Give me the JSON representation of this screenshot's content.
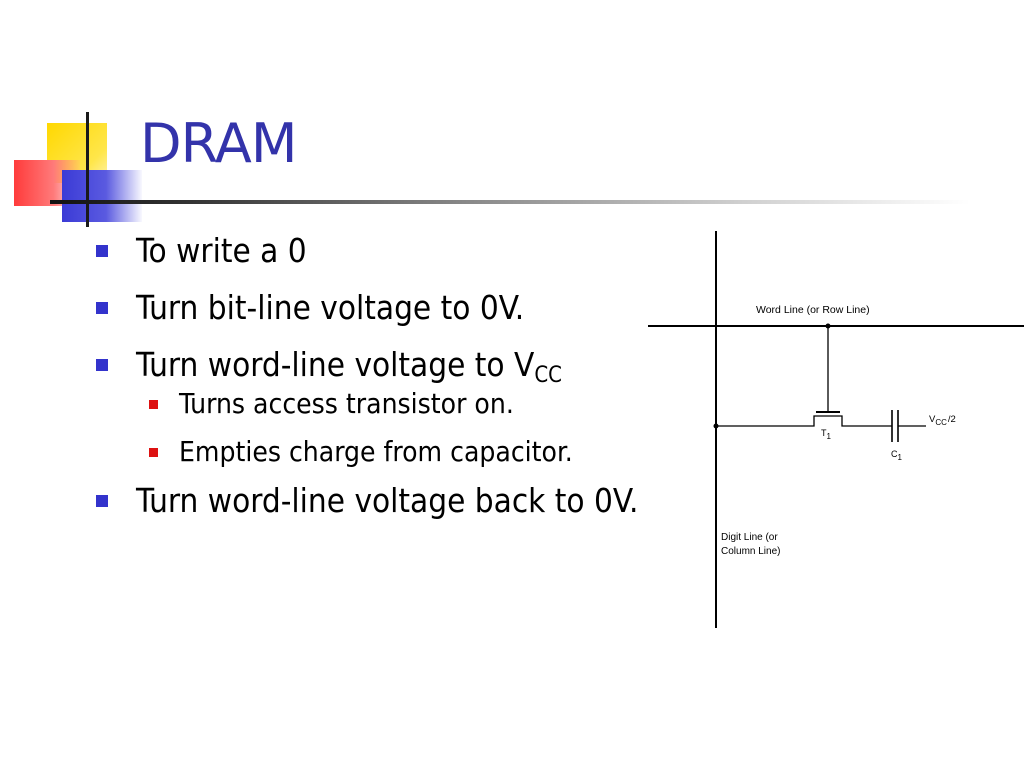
{
  "slide": {
    "title": "DRAM",
    "bullets": [
      {
        "text": "To write a 0"
      },
      {
        "text": "Turn bit-line voltage to 0V."
      },
      {
        "text": "Turn word-line voltage to V",
        "subscript": "CC",
        "sub_bullets": [
          "Turns access transistor on.",
          "Empties charge from capacitor."
        ]
      },
      {
        "text": "Turn word-line voltage back to 0V."
      }
    ]
  },
  "diagram": {
    "word_line_label": "Word Line (or Row Line)",
    "digit_line_label_1": "Digit Line (or",
    "digit_line_label_2": "Column Line)",
    "transistor_label": "T",
    "transistor_sub": "1",
    "capacitor_label": "C",
    "capacitor_sub": "1",
    "vcc_label": "V",
    "vcc_sub": "CC",
    "vcc_suffix": "/2"
  },
  "colors": {
    "title": "#3333aa",
    "bullet_level1": "#3333cc",
    "bullet_level2": "#dd1111",
    "deco_yellow": "#ffd800",
    "deco_red": "#ff3b3b",
    "deco_blue": "#3b3bd6"
  }
}
